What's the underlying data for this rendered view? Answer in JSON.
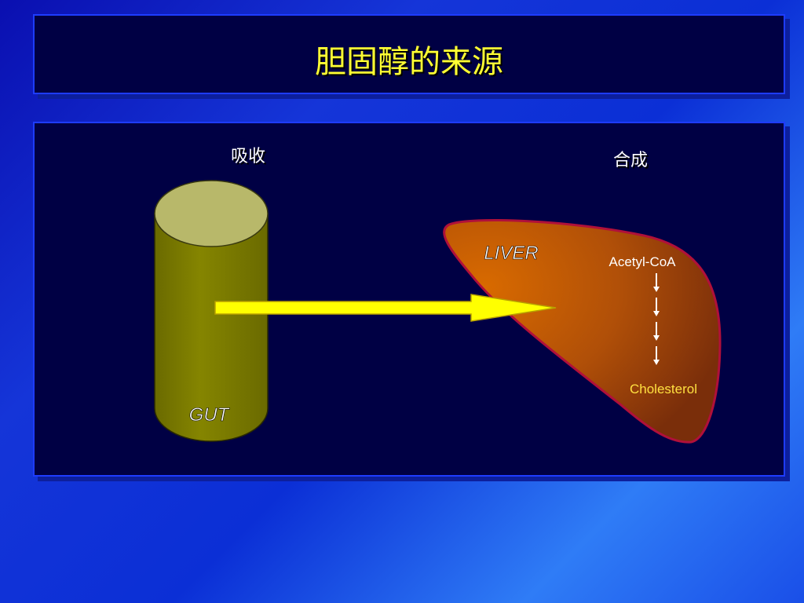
{
  "title": "胆固醇的来源",
  "labels": {
    "absorption": "吸收",
    "synthesis": "合成",
    "gut": "GUT",
    "liver": "LIVER",
    "acetyl_coa": "Acetyl-CoA",
    "cholesterol": "Cholesterol"
  },
  "colors": {
    "title": "#ffff33",
    "gut_body": "#7a7a00",
    "gut_top": "#b8b86a",
    "liver_fill": "#c45a00",
    "liver_outline": "#b0103a",
    "arrow": "#ffff00",
    "cholesterol_text": "#ffe040"
  },
  "pathway_steps": 4
}
